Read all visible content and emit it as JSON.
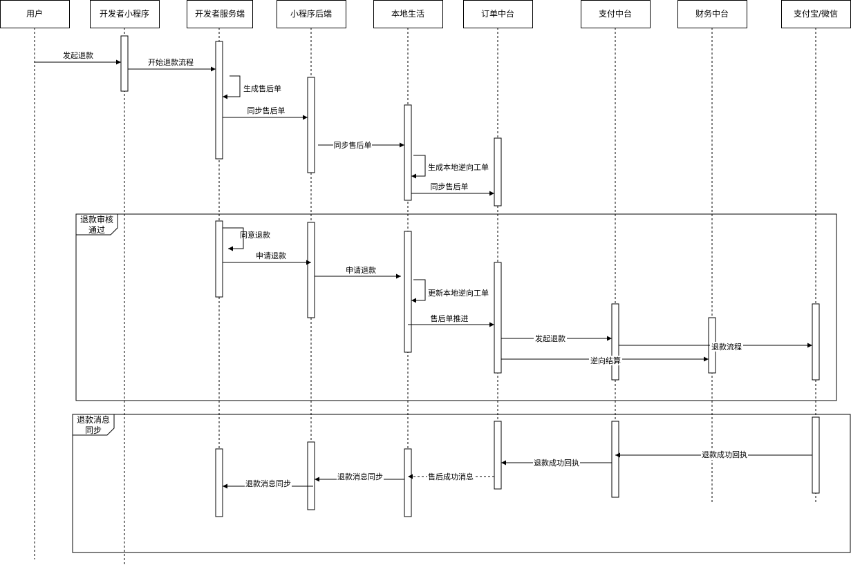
{
  "actors": [
    {
      "id": "user",
      "label": "用户"
    },
    {
      "id": "miniapp",
      "label": "开发者小程序"
    },
    {
      "id": "devserver",
      "label": "开发者服务端"
    },
    {
      "id": "mpbackend",
      "label": "小程序后端"
    },
    {
      "id": "locallife",
      "label": "本地生活"
    },
    {
      "id": "ordercenter",
      "label": "订单中台"
    },
    {
      "id": "paycenter",
      "label": "支付中台"
    },
    {
      "id": "financecenter",
      "label": "财务中台"
    },
    {
      "id": "alipaywechat",
      "label": "支付宝/微信"
    }
  ],
  "frames": [
    {
      "id": "refund-approved",
      "lines": [
        "退款审核",
        "通过"
      ]
    },
    {
      "id": "refund-message-sync",
      "lines": [
        "退款消息",
        "同步"
      ]
    }
  ],
  "messages": [
    {
      "id": "m1",
      "from": "user",
      "to": "miniapp",
      "label": "发起退款",
      "style": "solid"
    },
    {
      "id": "m2",
      "from": "miniapp",
      "to": "devserver",
      "label": "开始退款流程",
      "style": "solid"
    },
    {
      "id": "m3",
      "from": "devserver",
      "to": "devserver",
      "label": "生成售后单",
      "style": "self"
    },
    {
      "id": "m4",
      "from": "devserver",
      "to": "mpbackend",
      "label": "同步售后单",
      "style": "solid"
    },
    {
      "id": "m5",
      "from": "mpbackend",
      "to": "locallife",
      "label": "同步售后单",
      "style": "solid"
    },
    {
      "id": "m6",
      "from": "locallife",
      "to": "locallife",
      "label": "生成本地逆向工单",
      "style": "self"
    },
    {
      "id": "m7",
      "from": "locallife",
      "to": "ordercenter",
      "label": "同步售后单",
      "style": "solid"
    },
    {
      "id": "m8",
      "from": "devserver",
      "to": "devserver",
      "label": "同意退款",
      "style": "self"
    },
    {
      "id": "m9",
      "from": "devserver",
      "to": "mpbackend",
      "label": "申请退款",
      "style": "solid"
    },
    {
      "id": "m10",
      "from": "mpbackend",
      "to": "locallife",
      "label": "申请退款",
      "style": "solid"
    },
    {
      "id": "m11",
      "from": "locallife",
      "to": "locallife",
      "label": "更新本地逆向工单",
      "style": "self"
    },
    {
      "id": "m12",
      "from": "locallife",
      "to": "ordercenter",
      "label": "售后单推进",
      "style": "solid"
    },
    {
      "id": "m13",
      "from": "ordercenter",
      "to": "paycenter",
      "label": "发起退款",
      "style": "solid"
    },
    {
      "id": "m14",
      "from": "paycenter",
      "to": "alipaywechat",
      "label": "退款流程",
      "style": "solid"
    },
    {
      "id": "m15",
      "from": "ordercenter",
      "to": "financecenter",
      "label": "逆向结算",
      "style": "solid"
    },
    {
      "id": "m16",
      "from": "alipaywechat",
      "to": "paycenter",
      "label": "退款成功回执",
      "style": "solid"
    },
    {
      "id": "m17",
      "from": "paycenter",
      "to": "ordercenter",
      "label": "退款成功回执",
      "style": "solid"
    },
    {
      "id": "m18",
      "from": "ordercenter",
      "to": "locallife",
      "label": "售后成功消息",
      "style": "dashed"
    },
    {
      "id": "m19",
      "from": "locallife",
      "to": "mpbackend",
      "label": "退款消息同步",
      "style": "solid"
    },
    {
      "id": "m20",
      "from": "mpbackend",
      "to": "devserver",
      "label": "退款消息同步",
      "style": "solid"
    }
  ]
}
